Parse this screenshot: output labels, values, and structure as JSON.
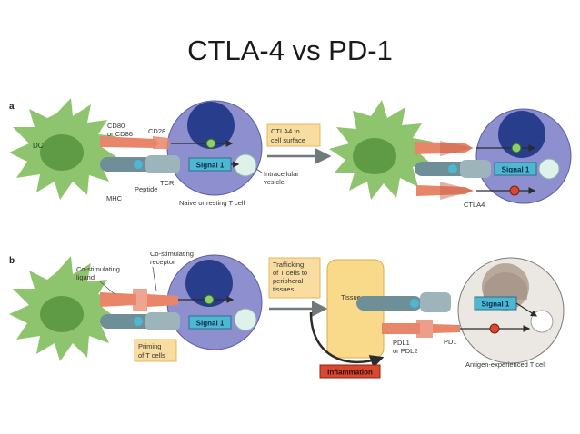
{
  "title": "CTLA-4 vs PD-1",
  "colors": {
    "dc_green": "#8fc46e",
    "dc_nucleus": "#5f9a45",
    "tcell_blue": "#8d8fcf",
    "nucleus_blue": "#283e8c",
    "receptor_orange": "#e9866a",
    "mhc_gray": "#6f8f98",
    "signal_cyan": "#4eb7d2",
    "callout_yellow": "#f8dca0",
    "tissue_yellow": "#f9d98a",
    "inflammation_red": "#d9482f"
  },
  "panel_a": {
    "letter": "a",
    "dc_label": "DC",
    "cd80_label": "CD80",
    "cd86_label": "or CD86",
    "cd28_label": "CD28",
    "tcr_label": "TCR",
    "peptide_label": "Peptide",
    "mhc_label": "MHC",
    "signal_label": "Signal 1",
    "naive_label": "Naive or resting T cell",
    "vesicle_label_1": "Intracellular",
    "vesicle_label_2": "vesicle",
    "callout_line1": "CTLA4 to",
    "callout_line2": "cell surface",
    "signal_label_right": "Signal 1",
    "ctla4_label": "CTLA4"
  },
  "panel_b": {
    "letter": "b",
    "costim_receptor_line1": "Co-stimulating",
    "costim_receptor_line2": "receptor",
    "costim_ligand_line1": "Co-stimulating",
    "costim_ligand_line2": "ligand",
    "signal_label": "Signal 1",
    "priming_line1": "Priming",
    "priming_line2": "of T cells",
    "trafficking_line1": "Trafficking",
    "trafficking_line2": "of T cells to",
    "trafficking_line3": "peripheral",
    "trafficking_line4": "tissues",
    "tissue_label": "Tissue",
    "pdl_line1": "PDL1",
    "pdl_line2": "or PDL2",
    "pd1_label": "PD1",
    "signal_label_right": "Signal 1",
    "inflammation_label": "Inflammation",
    "antigen_label": "Antigen-experienced T cell"
  }
}
